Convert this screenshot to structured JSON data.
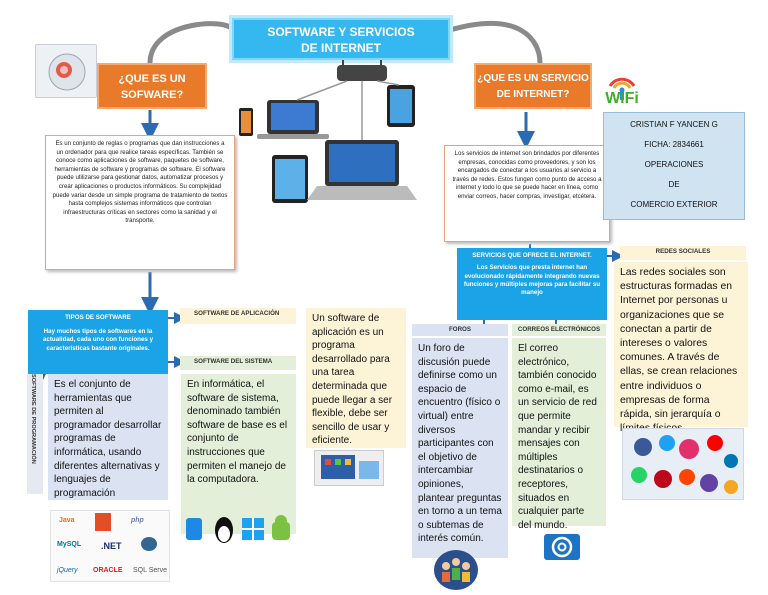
{
  "title": {
    "line1": "SOFTWARE Y SERVICIOS",
    "line2": "DE INTERNET"
  },
  "q_software": {
    "line1": "¿QUE ES UN",
    "line2": "SOFWARE?"
  },
  "q_servicio": {
    "line1": "¿QUE ES UN SERVICIO",
    "line2": "DE INTERNET?"
  },
  "def_software": "Es un conjunto de reglas o programas que dan instrucciones a un ordenador para que realice tareas específicas. También se conoce como aplicaciones de software, paquetes de software, herramientas de software y programas de software. El software puede utilizarse para gestionar datos, automatizar procesos y crear aplicaciones o productos informáticos. Su complejidad puede variar desde un simple programa de tratamiento de textos hasta complejos sistemas informáticos que controlan infraestructuras críticas en sectores como la sanidad y el transporte.",
  "def_servicio": "Los servicios de internet son brindados por diferentes empresas, conocidas como proveedores, y son los encargados de conectar a los usuarios al servicio a través de redes. Estos fungen como punto de acceso a internet y todo lo que se puede hacer en línea, como enviar correos, hacer compras, investigar, etcétera.",
  "author": {
    "name": "CRISTIAN F YANCEN G",
    "ficha": "FICHA: 2834661",
    "l3": "OPERACIONES",
    "l4": "DE",
    "l5": "COMERCIO EXTERIOR"
  },
  "tipos": {
    "heading": "TIPOS DE SOFTWARE",
    "text": "Hay muchos tipos de softwares en la actualidad, cada uno con funciones y características bastante originales."
  },
  "software_aplicacion": {
    "label": "SOFTWARE DE APLICACIÓN",
    "text": "Un software de aplicación es un programa desarrollado para una tarea determinada que puede llegar a ser flexible, debe ser sencillo de usar y eficiente."
  },
  "software_sistema": {
    "label": "SOFTWARE DEL SISTEMA",
    "text": "En informática, el software de sistema, denominado también software de base es el conjunto de instrucciones que permiten el manejo de la computadora."
  },
  "software_programacion": {
    "label": "SOFTWARE DE PROGRAMACIÓN",
    "text": "Es el conjunto de herramientas que permiten al programador desarrollar programas de informática, usando diferentes alternativas y lenguajes de programación"
  },
  "servicios": {
    "heading": "SERVICIOS QUE OFRECE EL INTERNET.",
    "text": "Los Servicios que presta internet han evolucionado rápidamente integrando nuevas funciones y múltiples mejoras para facilitar su manejo"
  },
  "foros": {
    "label": "FOROS",
    "text": "Un foro de discusión puede definirse como un espacio de encuentro (físico o virtual) entre diversos participantes con el objetivo de intercambiar opiniones, plantear preguntas en torno a un tema o subtemas de interés común."
  },
  "correos": {
    "label": "CORREOS ELECTRÓNICOS",
    "text": "El correo electrónico, también conocido como e-mail, es un servicio de red que permite mandar y recibir mensajes con múltiples destinatarios o receptores, situados en cualquier parte del mundo."
  },
  "redes": {
    "label": "REDES SOCIALES",
    "text": "Las redes sociales son estructuras formadas en Internet por personas u organizaciones que se conectan a partir de intereses o valores comunes. A través de ellas, se crean relaciones entre individuos o empresas de forma rápida, sin jerarquía o límites físicos."
  },
  "wifi_logo": "WiFi",
  "lang_logos": [
    "Java",
    "php",
    "MySQL",
    ".NET",
    "jQuery",
    "ORACLE",
    "SQL Serve"
  ],
  "colors": {
    "accent_blue": "#1ba3e8",
    "orange": "#e97a2a",
    "title_blue": "#35b7f0"
  }
}
